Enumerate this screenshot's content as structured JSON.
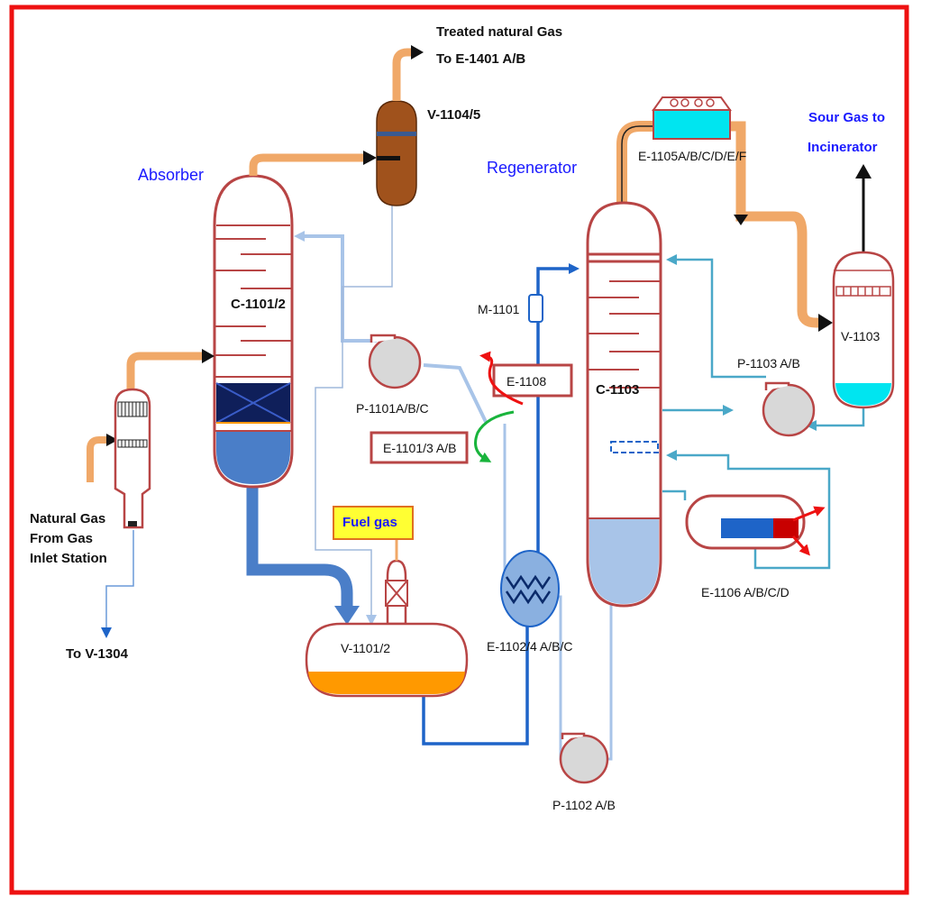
{
  "labels": {
    "treated_gas_line1": "Treated natural Gas",
    "treated_gas_line2": "To E-1401 A/B",
    "v1104": "V-1104/5",
    "absorber": "Absorber",
    "regenerator": "Regenerator",
    "c1101": "C-1101/2",
    "natural_gas_line1": "Natural Gas",
    "natural_gas_line2": "From Gas",
    "natural_gas_line3": "Inlet Station",
    "to_v1304": "To V-1304",
    "p1101": "P-1101A/B/C",
    "fuel_gas": "Fuel gas",
    "v1101": "V-1101/2",
    "m1101": "M-1101",
    "e1108": "E-1108",
    "e1101": "E-1101/3 A/B",
    "e1102": "E-1102/4 A/B/C",
    "c1103": "C-1103",
    "p1102": "P-1102 A/B",
    "e1105": "E-1105A/B/C/D/E/F",
    "sour_gas_line1": "Sour Gas to",
    "sour_gas_line2": "Incinerator",
    "v1103": "V-1103",
    "p1103": "P-1103 A/B",
    "e1106": "E-1106 A/B/C/D"
  },
  "colors": {
    "frame": "#ee1111",
    "vessel_outline": "#b84545",
    "hot_gas_line": "#f0a868",
    "lean_amine_line": "#a8c4e8",
    "rich_amine_line": "#1e64c8",
    "condenser_fill": "#00e5f0",
    "v1104_fill": "#a0521c",
    "liquid_blue": "#4a7ec8",
    "liquid_orange": "#ff9900",
    "fuel_gas_box": "#ffff33"
  }
}
